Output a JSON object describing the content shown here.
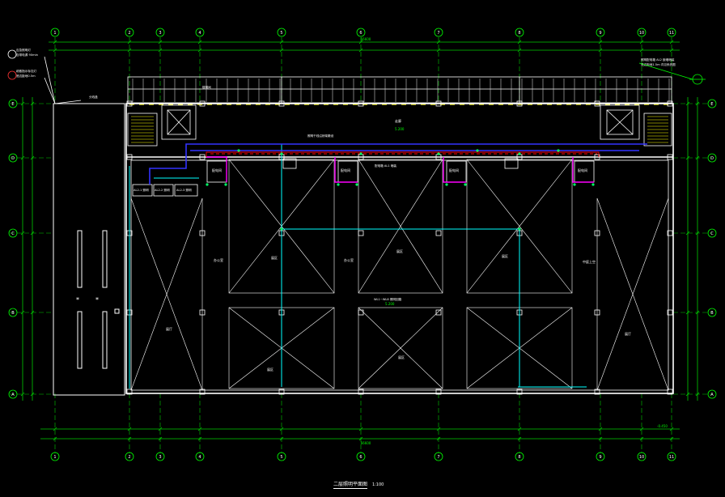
{
  "drawing": {
    "title": "二层照明平面图",
    "scale": "1:100"
  },
  "grid": {
    "columns": [
      "1",
      "2",
      "3",
      "4",
      "5",
      "6",
      "7",
      "8",
      "9",
      "10",
      "11"
    ],
    "rows": [
      "A",
      "B",
      "C",
      "D",
      "E"
    ],
    "overall_dimension": "66600"
  },
  "levels": {
    "corridor": "5.200",
    "main_floor": "5.200",
    "outdoor": "-0.450"
  },
  "rooms": {
    "left_room": "展厅",
    "office_a": "办公室",
    "office_b": "办公室",
    "exhibit_a": "展区",
    "exhibit_b": "展区",
    "exhibit_c": "展区",
    "exhibit_d": "展区",
    "exhibit_e": "展区",
    "right_room": "展厅",
    "corridor": "走廊",
    "void": "中庭上空",
    "elec_1": "配电间",
    "elec_2": "配电间",
    "elec_3": "配电间",
    "elec_4": "配电间"
  },
  "notes": {
    "cable_route": "照明干线沿桥架敷设",
    "panel_note": "配电箱 AL1 暗装",
    "pull_box": "分线盒",
    "legend_1": "应急照明灯",
    "legend_1_sub": "自带电源 90min",
    "legend_2": "疏散指示标志灯",
    "legend_2_sub": "底边距地0.5m",
    "right_note": "照明配电箱 AL2 嵌墙暗装",
    "right_note_2": "底边距地1.5m 详见系统图",
    "lighting_circuit": "WL1~WL8 照明回路",
    "stair_note": "楼梯间",
    "panel_1": "AL2-1 照明",
    "panel_2": "AL2-2 照明",
    "panel_3": "AL2-3 照明"
  },
  "colors": {
    "wall": "#ffffff",
    "dimension": "#00ff00",
    "conduit_cyan": "#00ffff",
    "conduit_blue": "#0000ff",
    "conduit_magenta": "#ff00ff",
    "circuit_red": "#ff0000",
    "accent_yellow": "#ffff00"
  }
}
